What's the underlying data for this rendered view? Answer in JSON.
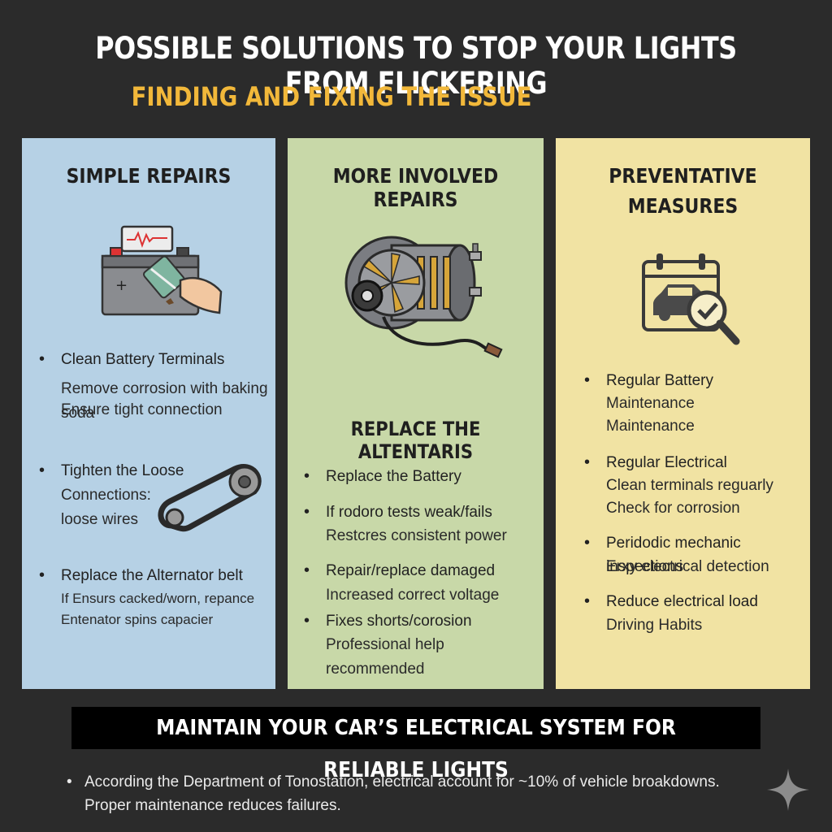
{
  "header": {
    "title": "POSSIBLE SOLUTIONS TO STOP YOUR LIGHTS FROM FLICKERING",
    "subtitle": "FINDING AND FIXING THE ISSUE"
  },
  "colors": {
    "background": "#2b2b2b",
    "subtitle": "#f2b83a",
    "panel_blue": "#b6d1e5",
    "panel_green": "#c8d8a8",
    "panel_yellow": "#f1e3a3"
  },
  "panels": [
    {
      "title": "SIMPLE REPAIRS",
      "icon": "battery-cleaning-icon",
      "items": [
        {
          "label": "Clean Battery Terminals",
          "lines": [
            "Remove corrosion with baking soda",
            "Ensure tight connection"
          ]
        },
        {
          "label": "Tighten the Loose",
          "lines": [
            "Connections:",
            "loose wires"
          ],
          "icon": "belt-pulley-icon"
        },
        {
          "label": "Replace the Alternator belt",
          "lines": [
            "If Ensurs cacked/worn, repance",
            "Entenator spins capacier"
          ]
        }
      ]
    },
    {
      "title": "MORE INVOLVED REPAIRS",
      "icon": "alternator-icon",
      "subtitle": "REPLACE THE ALTENTARIS",
      "items": [
        {
          "label": "Replace the Battery",
          "lines": []
        },
        {
          "label": "If rodoro tests weak/fails",
          "lines": [
            "Restcres consistent power"
          ]
        },
        {
          "label": "Repair/replace damaged",
          "lines": [
            "Increased correct voltage"
          ]
        },
        {
          "label": "Fixes shorts/corosion",
          "lines": [
            "Professional help recommended"
          ]
        }
      ]
    },
    {
      "title_line1": "PREVENTATIVE",
      "title_line2": "MEASURES",
      "icon": "calendar-car-check-icon",
      "items": [
        {
          "label": "Regular Battery",
          "lines": [
            "Maintenance",
            "Maintenance"
          ]
        },
        {
          "label": "Regular Electrical",
          "lines": [
            "Clean terminals reguarly",
            "Check for corrosion"
          ]
        },
        {
          "label": "Peridodic mechanic inspections",
          "lines": [
            "Erxy electrical detection"
          ]
        },
        {
          "label": "Reduce electrical load",
          "lines": [
            "Driving Habits"
          ]
        }
      ]
    }
  ],
  "banner": "MAINTAIN YOUR CAR’S ELECTRICAL SYSTEM FOR RELIABLE LIGHTS",
  "footer": {
    "line1": "According the Department of Tonostation, electrical account for ~10% of  vehicle broakdowns.",
    "line2": "Proper maintenance reduces failures."
  },
  "bullet": "•"
}
